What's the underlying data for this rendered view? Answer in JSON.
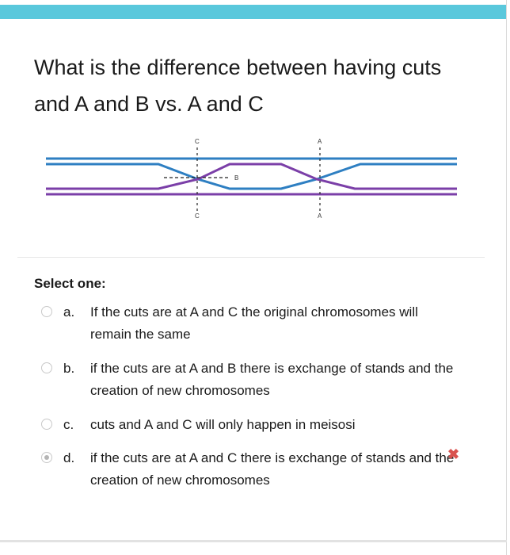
{
  "question": {
    "text": "What is the difference between having cuts and A and B vs. A and C"
  },
  "diagram": {
    "labels": {
      "c_top": "C",
      "c_bottom": "C",
      "a_top": "A",
      "a_bottom": "A",
      "b": "B"
    },
    "colors": {
      "blue": "#2e7fc2",
      "purple": "#7b3fa8",
      "cut_line": "#222222"
    }
  },
  "select_label": "Select one:",
  "options": [
    {
      "letter": "a.",
      "text": "If the cuts are at A and C the original chromosomes will remain the same",
      "selected": false
    },
    {
      "letter": "b.",
      "text": "if the cuts are at A and B there is exchange of stands and the creation of new chromosomes",
      "selected": false
    },
    {
      "letter": "c.",
      "text": "cuts and A and C will only happen in meisosi",
      "selected": false
    },
    {
      "letter": "d.",
      "text": "if the cuts are at A and C there is exchange of stands and the creation of new chromosomes",
      "selected": true
    }
  ],
  "feedback": {
    "icon": "incorrect-x-icon",
    "symbol": "✖",
    "color": "#d9534f"
  }
}
